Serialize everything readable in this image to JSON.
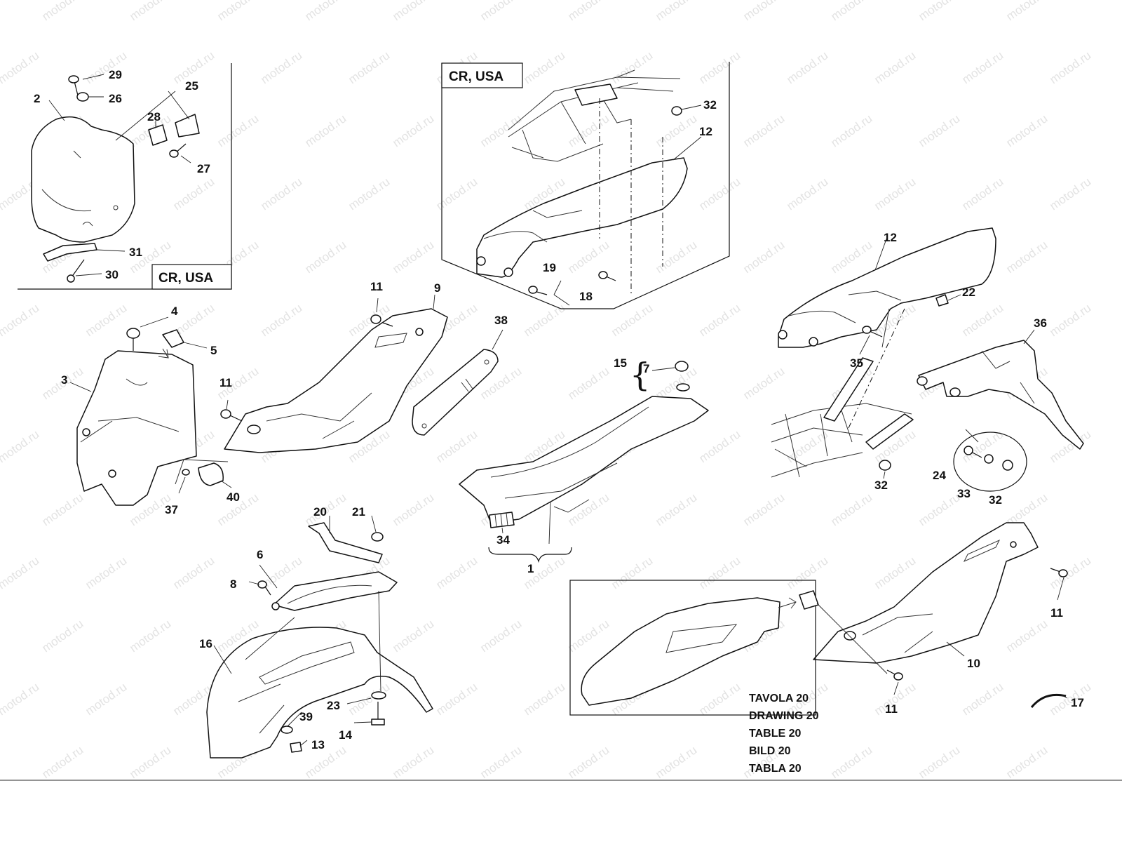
{
  "watermark": "motod.ru",
  "inset_boxes": {
    "headlight_variant_label": "CR, USA",
    "seat_variant_label": "CR, USA"
  },
  "callouts": {
    "p1": "1",
    "p2": "2",
    "p3": "3",
    "p4": "4",
    "p5": "5",
    "p6": "6",
    "p7": "7",
    "p8": "8",
    "p9": "9",
    "p10": "10",
    "p11a": "11",
    "p11b": "11",
    "p11c": "11",
    "p11d": "11",
    "p12a": "12",
    "p12b": "12",
    "p13": "13",
    "p14": "14",
    "p15": "15",
    "p16": "16",
    "p17": "17",
    "p18": "18",
    "p19": "19",
    "p20": "20",
    "p21": "21",
    "p22": "22",
    "p23": "23",
    "p24": "24",
    "p25": "25",
    "p26": "26",
    "p27": "27",
    "p28": "28",
    "p29": "29",
    "p30": "30",
    "p31": "31",
    "p32a": "32",
    "p32b": "32",
    "p32c": "32",
    "p33": "33",
    "p34": "34",
    "p35": "35",
    "p36": "36",
    "p37": "37",
    "p38": "38",
    "p39": "39",
    "p40": "40"
  },
  "reference": {
    "lines": [
      "TAVOLA 20",
      "DRAWING 20",
      "TABLE 20",
      "BILD 20",
      "TABLA 20"
    ]
  }
}
